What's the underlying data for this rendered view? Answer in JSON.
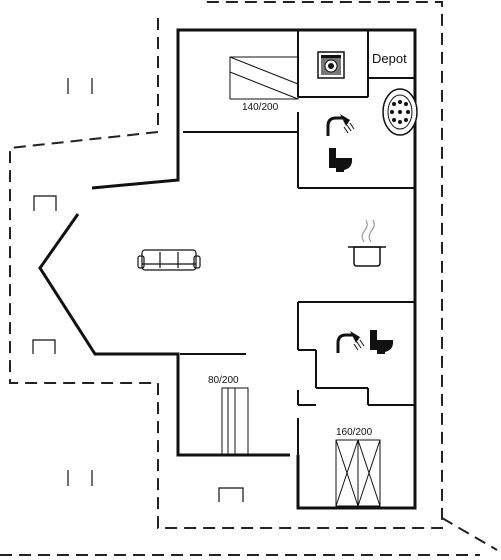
{
  "rooms": {
    "depot": "Depot"
  },
  "beds": [
    {
      "size": "140/200"
    },
    {
      "size": "80/200"
    },
    {
      "size": "160/200"
    }
  ],
  "icons": {
    "sofa": "sofa-icon",
    "pot": "cooking-pot-icon",
    "shower": "shower-icon",
    "toilet": "toilet-icon",
    "washer": "washing-machine-icon",
    "hot_tub": "whirlpool-icon"
  },
  "colors": {
    "walls": "#111111",
    "background": "#ffffff"
  }
}
